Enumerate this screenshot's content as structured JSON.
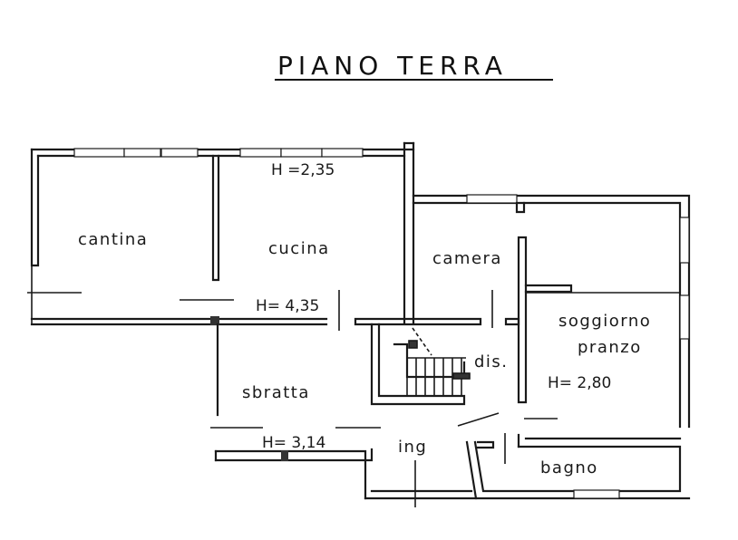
{
  "title": "PIANO TERRA",
  "rooms": {
    "cantina": "cantina",
    "cucina": "cucina",
    "camera": "camera",
    "soggiorno": "soggiorno",
    "pranzo": "pranzo",
    "sbratta": "sbratta",
    "dis": "dis.",
    "ing": "ing",
    "bagno": "bagno"
  },
  "heights": {
    "cucina_top": "H =2,35",
    "cucina_bottom": "H= 4,35",
    "soggiorno": "H= 2,80",
    "sbratta": "H= 3,14"
  },
  "colors": {
    "ink": "#1a1a1a",
    "paper": "#ffffff"
  }
}
